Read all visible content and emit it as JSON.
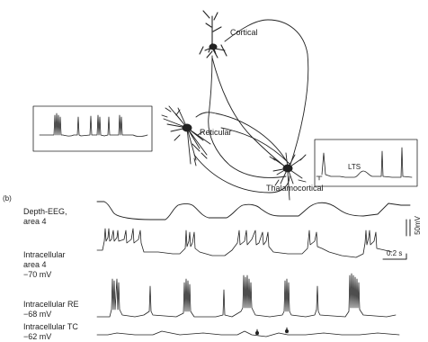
{
  "panel_b_label": "(b)",
  "neurons": {
    "cortical": "Cortical",
    "reticular": "Reticular",
    "thalamocortical": "Thalamocortical"
  },
  "inset_right": {
    "lts_label": "LTS"
  },
  "traces": {
    "eeg": [
      "Depth-EEG,",
      "area 4"
    ],
    "cortex": [
      "Intracellular",
      "area 4",
      "−70 mV"
    ],
    "re": [
      "Intracellular RE",
      "−68 mV"
    ],
    "tc": [
      "Intracellular TC",
      "−62 mV"
    ]
  },
  "scale_bars": {
    "voltage": "50mV",
    "time": "0.2 s"
  }
}
